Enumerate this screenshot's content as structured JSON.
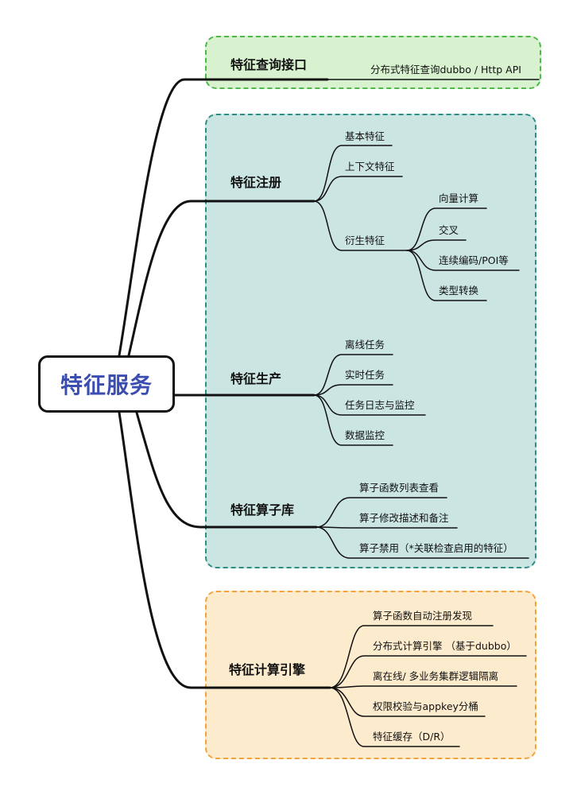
{
  "root": {
    "label": "特征服务"
  },
  "branches": [
    {
      "label": "特征查询接口",
      "children": [
        {
          "label": "分布式特征查询dubbo / Http API"
        }
      ]
    },
    {
      "label": "特征注册",
      "children": [
        {
          "label": "基本特征"
        },
        {
          "label": "上下文特征"
        },
        {
          "label": "衍生特征",
          "children": [
            {
              "label": "向量计算"
            },
            {
              "label": "交叉"
            },
            {
              "label": "连续编码/POI等"
            },
            {
              "label": "类型转换"
            }
          ]
        }
      ]
    },
    {
      "label": "特征生产",
      "children": [
        {
          "label": "离线任务"
        },
        {
          "label": "实时任务"
        },
        {
          "label": "任务日志与监控"
        },
        {
          "label": "数据监控"
        }
      ]
    },
    {
      "label": "特征算子库",
      "children": [
        {
          "label": "算子函数列表查看"
        },
        {
          "label": "算子修改描述和备注"
        },
        {
          "label": "算子禁用（*关联检查启用的特征）"
        }
      ]
    },
    {
      "label": "特征计算引擎",
      "children": [
        {
          "label": "算子函数自动注册发现"
        },
        {
          "label": "分布式计算引擎 （基于dubbo）"
        },
        {
          "label": "离在线/ 多业务集群逻辑隔离"
        },
        {
          "label": "权限校验与appkey分桶"
        },
        {
          "label": "特征缓存（D/R）"
        }
      ]
    }
  ],
  "colors": {
    "root_text": "#3a4db0",
    "group_query_fill": "#d8f2d0",
    "group_query_border": "#4fb84a",
    "group_service_fill": "#cae5e2",
    "group_service_border": "#2e8d87",
    "group_compute_fill": "#fdebcd",
    "group_compute_border": "#f2a43a"
  }
}
